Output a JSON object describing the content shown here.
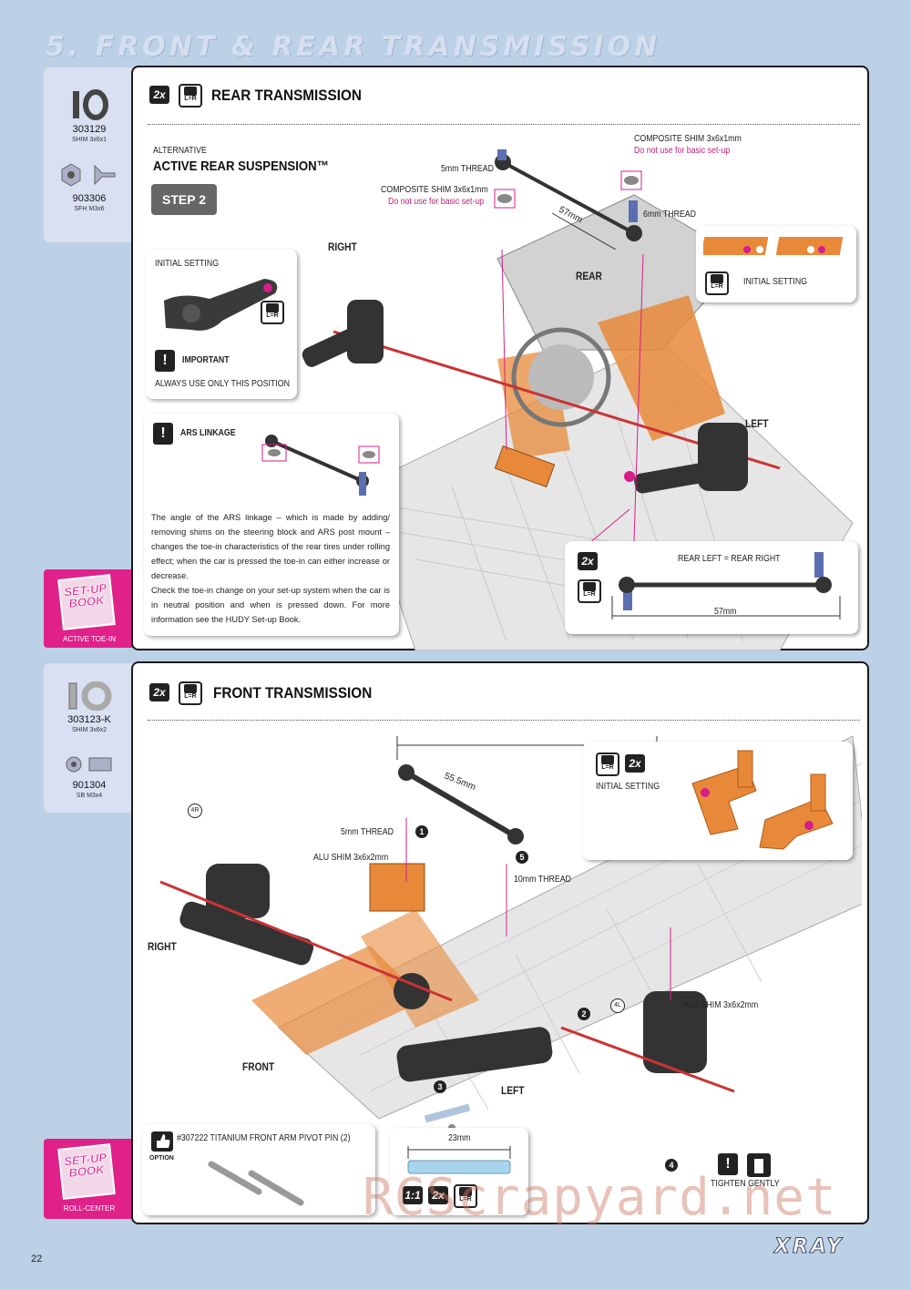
{
  "section_title": "5. FRONT & REAR TRANSMISSION",
  "page_number": "22",
  "brand": "XRAY",
  "watermark": "RCScrapyard.net",
  "rear": {
    "qty_icon": "2x",
    "lr_icon": "L=R",
    "title": "REAR TRANSMISSION",
    "parts": [
      {
        "code": "303129",
        "desc": "SHIM 3x6x1",
        "icon": "shim-icon"
      },
      {
        "code": "903306",
        "desc": "SFH M3x6",
        "icon": "screw-icon"
      }
    ],
    "alternative": "ALTERNATIVE",
    "ars_title": "ACTIVE REAR SUSPENSION™",
    "step": "STEP 2",
    "labels": {
      "composite_shim_top": "COMPOSITE SHIM 3x6x1mm",
      "not_basic_top": "Do not use for basic set-up",
      "thread5": "5mm THREAD",
      "composite_shim_mid": "COMPOSITE SHIM 3x6x1mm",
      "not_basic_mid": "Do not use for basic set-up",
      "len57": "57mm",
      "thread6": "6mm THREAD",
      "right": "RIGHT",
      "rear": "REAR",
      "left": "LEFT"
    },
    "initial_box": {
      "title": "INITIAL SETTING",
      "important": "IMPORTANT",
      "note": "ALWAYS USE ONLY THIS POSITION"
    },
    "initial_right": {
      "label": "INITIAL SETTING"
    },
    "ars_box": {
      "title": "ARS LINKAGE",
      "text": "The angle of the ARS linkage – which is made by adding/ removing shims on the steering block and ARS post mount – changes the toe-in characteristics of the rear tires under rolling effect; when the car is pressed the toe-in can either increase or decrease.\nCheck the toe-in change on your set-up system when the car is in neutral position and when is pressed down. For more information see the HUDY Set-up Book."
    },
    "rod_box": {
      "qty": "2x",
      "label": "REAR LEFT = REAR RIGHT",
      "len": "57mm"
    },
    "setup_book": {
      "line1": "SET-UP",
      "line2": "BOOK",
      "caption": "ACTIVE TOE-IN"
    }
  },
  "front": {
    "qty_icon": "2x",
    "lr_icon": "L=R",
    "title": "FRONT TRANSMISSION",
    "parts": [
      {
        "code": "303123-K",
        "desc": "SHIM 3x6x2",
        "icon": "alu-shim-icon"
      },
      {
        "code": "901304",
        "desc": "SB M3x4",
        "icon": "set-screw-icon"
      }
    ],
    "labels": {
      "len55": "55.5mm",
      "thread5": "5mm THREAD",
      "alu_shim": "ALU SHIM 3x6x2mm",
      "thread10": "10mm THREAD",
      "alu_shim_right": "ALU SHIM 3x6x2mm",
      "four_r": "4R",
      "four_l": "4L",
      "right": "RIGHT",
      "front": "FRONT",
      "left": "LEFT",
      "n1": "1",
      "n2": "2",
      "n3": "3",
      "n4": "4",
      "n5": "5",
      "tighten": "TIGHTEN GENTLY"
    },
    "initial_box": {
      "label": "INITIAL SETTING",
      "qty": "2x"
    },
    "option_box": {
      "option": "OPTION",
      "text": "#307222 TITANIUM FRONT ARM PIVOT PIN (2)"
    },
    "pin_box": {
      "len": "23mm",
      "scale": "1:1",
      "qty": "2x"
    },
    "setup_book": {
      "line1": "SET-UP",
      "line2": "BOOK",
      "caption": "ROLL-CENTER"
    }
  },
  "colors": {
    "accent_magenta": "#c0207a",
    "orange_part": "#e8893a",
    "page_bg": "#bcd0e6"
  }
}
